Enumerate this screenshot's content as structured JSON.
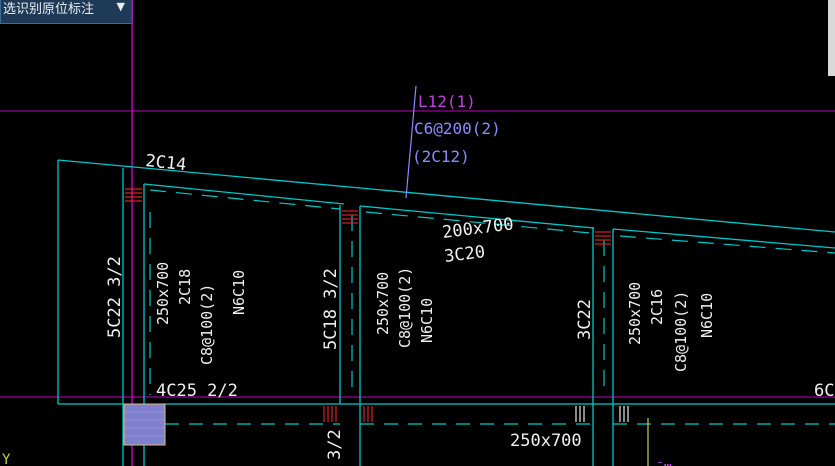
{
  "toolbar": {
    "mode_select_label": "选识别原位标注"
  },
  "axis_label": "Y",
  "beam_callout": {
    "name": "L12(1)",
    "stirrup": "C6@200(2)",
    "top_bar": "(2C12)"
  },
  "labels": {
    "top_left_bar": "2C14",
    "bottom_left_bar": "4C25 2/2",
    "col1_side": "5C22 3/2",
    "col1_size": "250x700",
    "col1_bar": "2C18",
    "col1_stirrup": "C8@100(2)",
    "col1_side_bar": "N6C10",
    "col2_side": "5C18 3/2",
    "col2_size": "250x700",
    "col2_stirrup": "C8@100(2)",
    "col2_side_bar": "N6C10",
    "mid_size": "200x700",
    "mid_bar": "3C20",
    "col3_side": "3C22",
    "col4_size": "250x700",
    "col4_bar": "2C16",
    "col4_stirrup": "C8@100(2)",
    "col4_side_bar": "N6C10",
    "right_edge": "6C",
    "bottom_size": "250x700",
    "bottom_partial": "3/2"
  },
  "colors": {
    "background": "#000000",
    "beam_line": "#00c8c8",
    "axis_line": "#c000c0",
    "hatch": "#e02020",
    "callout": "#c040e0",
    "callout_blue": "#8a8cff",
    "column_fill": "#8080d0"
  }
}
